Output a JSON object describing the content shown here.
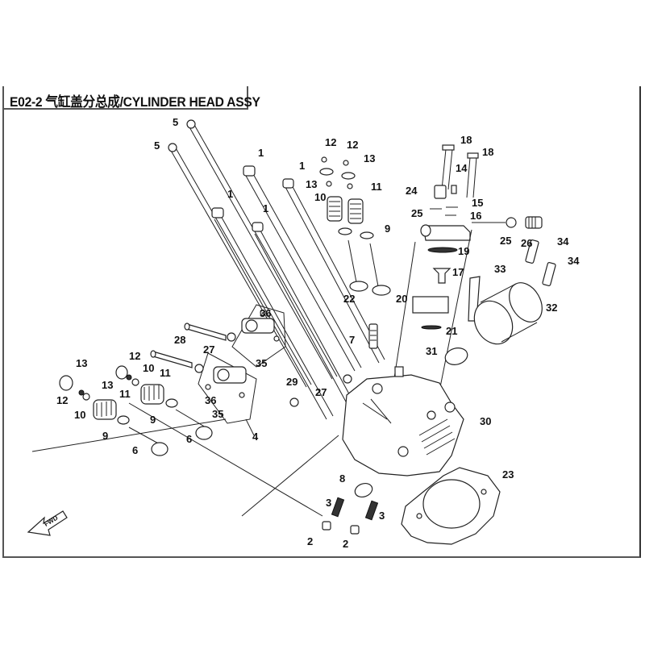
{
  "diagram": {
    "title": "E02-2 气缸盖分总成/CYLINDER HEAD ASSY",
    "section_code": "E02-2",
    "title_cn": "气缸盖分总成",
    "title_en": "CYLINDER HEAD ASSY",
    "direction_marker": "FWD",
    "callouts": [
      {
        "id": "c5a",
        "num": "5"
      },
      {
        "id": "c5b",
        "num": "5"
      },
      {
        "id": "c1a",
        "num": "1"
      },
      {
        "id": "c1b",
        "num": "1"
      },
      {
        "id": "c1c",
        "num": "1"
      },
      {
        "id": "c1d",
        "num": "1"
      },
      {
        "id": "c12a",
        "num": "12"
      },
      {
        "id": "c12b",
        "num": "12"
      },
      {
        "id": "c13a",
        "num": "13"
      },
      {
        "id": "c13b",
        "num": "13"
      },
      {
        "id": "c10a",
        "num": "10"
      },
      {
        "id": "c11a",
        "num": "11"
      },
      {
        "id": "c9a",
        "num": "9"
      },
      {
        "id": "c18a",
        "num": "18"
      },
      {
        "id": "c18b",
        "num": "18"
      },
      {
        "id": "c14",
        "num": "14"
      },
      {
        "id": "c24",
        "num": "24"
      },
      {
        "id": "c15",
        "num": "15"
      },
      {
        "id": "c25a",
        "num": "25"
      },
      {
        "id": "c16",
        "num": "16"
      },
      {
        "id": "c25b",
        "num": "25"
      },
      {
        "id": "c26",
        "num": "26"
      },
      {
        "id": "c34a",
        "num": "34"
      },
      {
        "id": "c34b",
        "num": "34"
      },
      {
        "id": "c19",
        "num": "19"
      },
      {
        "id": "c17",
        "num": "17"
      },
      {
        "id": "c33",
        "num": "33"
      },
      {
        "id": "c22",
        "num": "22"
      },
      {
        "id": "c20",
        "num": "20"
      },
      {
        "id": "c32",
        "num": "32"
      },
      {
        "id": "c21",
        "num": "21"
      },
      {
        "id": "c7",
        "num": "7"
      },
      {
        "id": "c31",
        "num": "31"
      },
      {
        "id": "c36a",
        "num": "36"
      },
      {
        "id": "c28",
        "num": "28"
      },
      {
        "id": "c27a",
        "num": "27"
      },
      {
        "id": "c35a",
        "num": "35"
      },
      {
        "id": "c29",
        "num": "29"
      },
      {
        "id": "c27b",
        "num": "27"
      },
      {
        "id": "c13c",
        "num": "13"
      },
      {
        "id": "c12c",
        "num": "12"
      },
      {
        "id": "c10b",
        "num": "10"
      },
      {
        "id": "c11b",
        "num": "11"
      },
      {
        "id": "c13d",
        "num": "13"
      },
      {
        "id": "c12d",
        "num": "12"
      },
      {
        "id": "c10c",
        "num": "10"
      },
      {
        "id": "c11c",
        "num": "11"
      },
      {
        "id": "c9b",
        "num": "9"
      },
      {
        "id": "c9c",
        "num": "9"
      },
      {
        "id": "c6a",
        "num": "6"
      },
      {
        "id": "c6b",
        "num": "6"
      },
      {
        "id": "c36b",
        "num": "36"
      },
      {
        "id": "c35b",
        "num": "35"
      },
      {
        "id": "c4",
        "num": "4"
      },
      {
        "id": "c30",
        "num": "30"
      },
      {
        "id": "c23",
        "num": "23"
      },
      {
        "id": "c8",
        "num": "8"
      },
      {
        "id": "c3a",
        "num": "3"
      },
      {
        "id": "c3b",
        "num": "3"
      },
      {
        "id": "c2a",
        "num": "2"
      },
      {
        "id": "c2b",
        "num": "2"
      }
    ]
  }
}
